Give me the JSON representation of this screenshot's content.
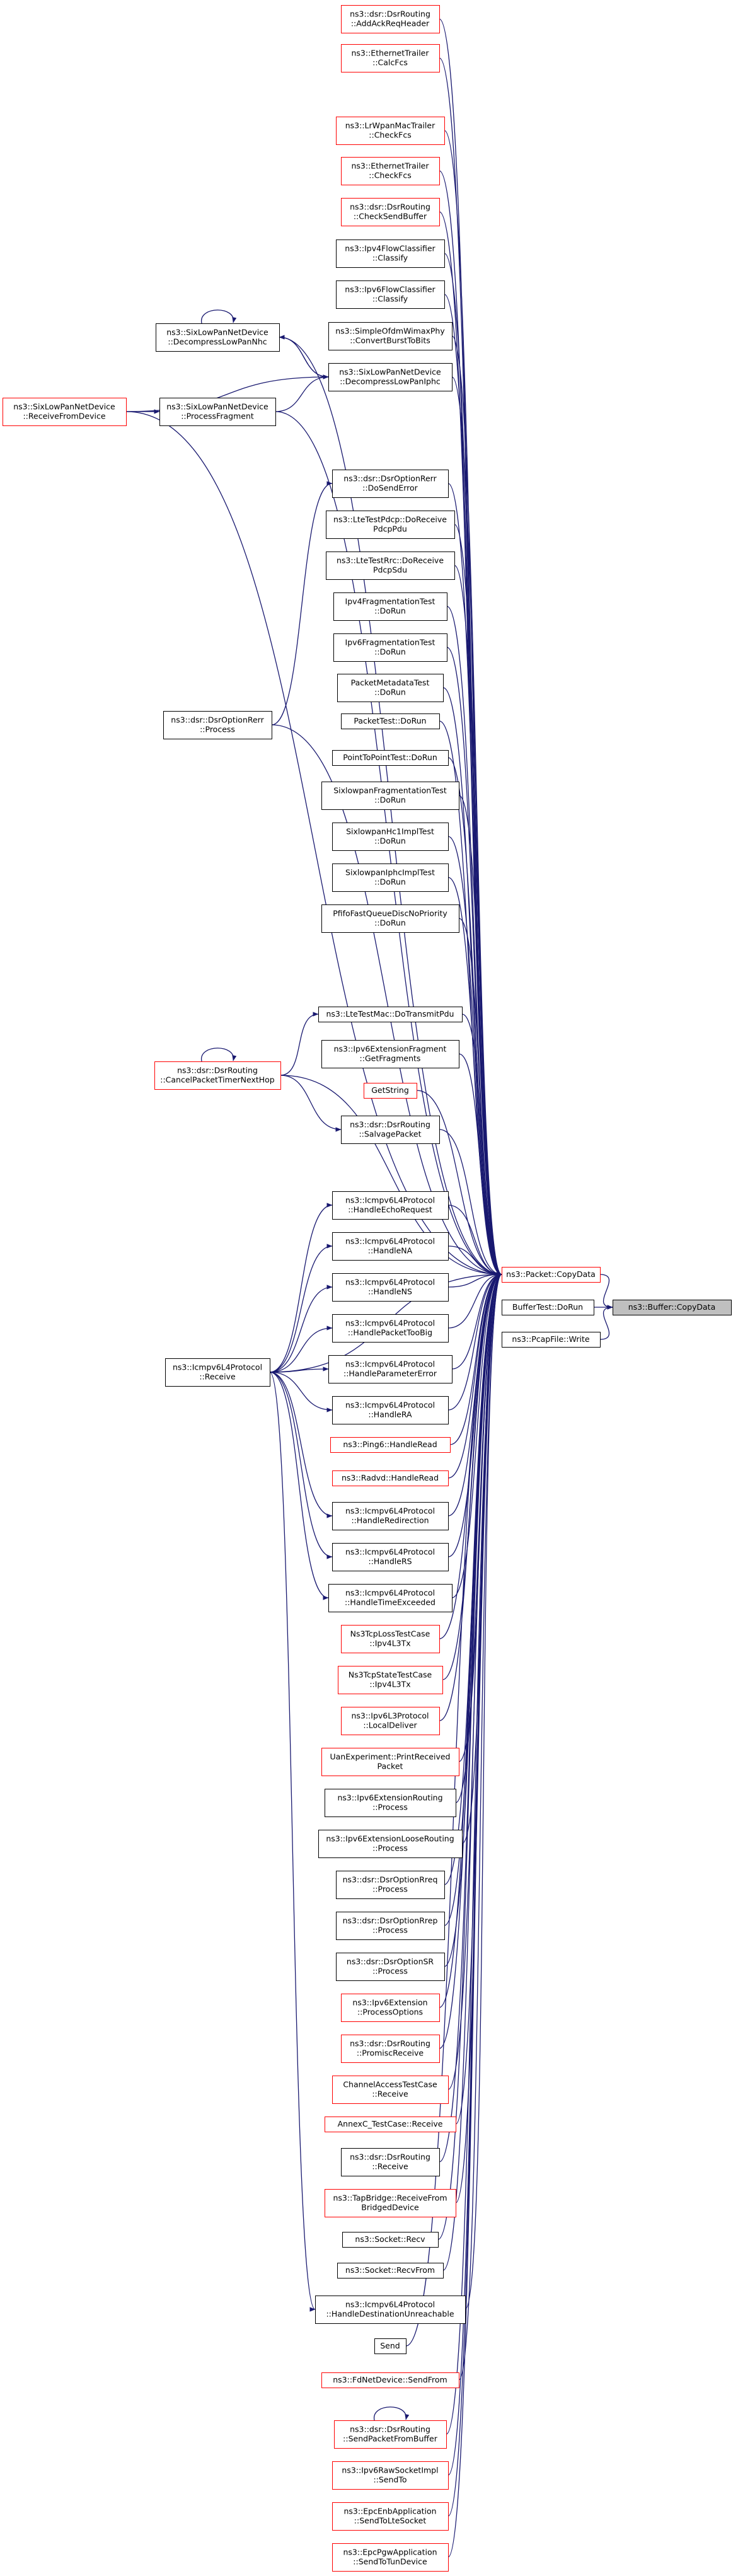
{
  "title": "",
  "colors": {
    "edge": "#191970",
    "border_normal": "#000000",
    "border_truncated": "#ff0000",
    "focus_fill": "#bfbfbf",
    "node_fill": "#ffffff"
  },
  "nodes": [
    {
      "id": "n0",
      "lines": [
        "ns3::Buffer::CopyData"
      ],
      "style": "focus"
    },
    {
      "id": "n1",
      "lines": [
        "ns3::Packet::CopyData"
      ],
      "style": "red"
    },
    {
      "id": "n2",
      "lines": [
        "BufferTest::DoRun"
      ],
      "style": "black"
    },
    {
      "id": "n3",
      "lines": [
        "ns3::PcapFile::Write"
      ],
      "style": "black"
    },
    {
      "id": "c0",
      "lines": [
        "ns3::dsr::DsrRouting",
        "::AddAckReqHeader"
      ],
      "style": "red"
    },
    {
      "id": "c1",
      "lines": [
        "ns3::EthernetTrailer",
        "::CalcFcs"
      ],
      "style": "red"
    },
    {
      "id": "c2",
      "lines": [
        "ns3::LrWpanMacTrailer",
        "::CheckFcs"
      ],
      "style": "red"
    },
    {
      "id": "c3",
      "lines": [
        "ns3::EthernetTrailer",
        "::CheckFcs"
      ],
      "style": "red"
    },
    {
      "id": "c4",
      "lines": [
        "ns3::dsr::DsrRouting",
        "::CheckSendBuffer"
      ],
      "style": "red"
    },
    {
      "id": "c5",
      "lines": [
        "ns3::Ipv4FlowClassifier",
        "::Classify"
      ],
      "style": "black"
    },
    {
      "id": "c6",
      "lines": [
        "ns3::Ipv6FlowClassifier",
        "::Classify"
      ],
      "style": "black"
    },
    {
      "id": "c7",
      "lines": [
        "ns3::SimpleOfdmWimaxPhy",
        "::ConvertBurstToBits"
      ],
      "style": "black"
    },
    {
      "id": "c8",
      "lines": [
        "ns3::SixLowPanNetDevice",
        "::DecompressLowPanIphc"
      ],
      "style": "black"
    },
    {
      "id": "c9",
      "lines": [
        "ns3::dsr::DsrOptionRerr",
        "::DoSendError"
      ],
      "style": "black"
    },
    {
      "id": "c10",
      "lines": [
        "ns3::LteTestPdcp::DoReceive",
        "PdcpPdu"
      ],
      "style": "black"
    },
    {
      "id": "c11",
      "lines": [
        "ns3::LteTestRrc::DoReceive",
        "PdcpSdu"
      ],
      "style": "black"
    },
    {
      "id": "c12",
      "lines": [
        "Ipv4FragmentationTest",
        "::DoRun"
      ],
      "style": "black"
    },
    {
      "id": "c13",
      "lines": [
        "Ipv6FragmentationTest",
        "::DoRun"
      ],
      "style": "black"
    },
    {
      "id": "c14",
      "lines": [
        "PacketMetadataTest",
        "::DoRun"
      ],
      "style": "black"
    },
    {
      "id": "c15",
      "lines": [
        "PacketTest::DoRun"
      ],
      "style": "black"
    },
    {
      "id": "c16",
      "lines": [
        "PointToPointTest::DoRun"
      ],
      "style": "black"
    },
    {
      "id": "c17",
      "lines": [
        "SixlowpanFragmentationTest",
        "::DoRun"
      ],
      "style": "black"
    },
    {
      "id": "c18",
      "lines": [
        "SixlowpanHc1ImplTest",
        "::DoRun"
      ],
      "style": "black"
    },
    {
      "id": "c19",
      "lines": [
        "SixlowpanIphcImplTest",
        "::DoRun"
      ],
      "style": "black"
    },
    {
      "id": "c20",
      "lines": [
        "PfifoFastQueueDiscNoPriority",
        "::DoRun"
      ],
      "style": "black"
    },
    {
      "id": "c21",
      "lines": [
        "ns3::LteTestMac::DoTransmitPdu"
      ],
      "style": "black"
    },
    {
      "id": "c22",
      "lines": [
        "ns3::Ipv6ExtensionFragment",
        "::GetFragments"
      ],
      "style": "black"
    },
    {
      "id": "c23",
      "lines": [
        "GetString"
      ],
      "style": "red"
    },
    {
      "id": "c24",
      "lines": [
        "ns3::dsr::DsrRouting",
        "::SalvagePacket"
      ],
      "style": "black"
    },
    {
      "id": "c25",
      "lines": [
        "ns3::Icmpv6L4Protocol",
        "::HandleEchoRequest"
      ],
      "style": "black"
    },
    {
      "id": "c26",
      "lines": [
        "ns3::Icmpv6L4Protocol",
        "::HandleNA"
      ],
      "style": "black"
    },
    {
      "id": "c27",
      "lines": [
        "ns3::Icmpv6L4Protocol",
        "::HandleNS"
      ],
      "style": "black"
    },
    {
      "id": "c28",
      "lines": [
        "ns3::Icmpv6L4Protocol",
        "::HandlePacketTooBig"
      ],
      "style": "black"
    },
    {
      "id": "c29",
      "lines": [
        "ns3::Icmpv6L4Protocol",
        "::HandleParameterError"
      ],
      "style": "black"
    },
    {
      "id": "c30",
      "lines": [
        "ns3::Icmpv6L4Protocol",
        "::HandleRA"
      ],
      "style": "black"
    },
    {
      "id": "c31",
      "lines": [
        "ns3::Ping6::HandleRead"
      ],
      "style": "red"
    },
    {
      "id": "c32",
      "lines": [
        "ns3::Radvd::HandleRead"
      ],
      "style": "red"
    },
    {
      "id": "c33",
      "lines": [
        "ns3::Icmpv6L4Protocol",
        "::HandleRedirection"
      ],
      "style": "black"
    },
    {
      "id": "c34",
      "lines": [
        "ns3::Icmpv6L4Protocol",
        "::HandleRS"
      ],
      "style": "black"
    },
    {
      "id": "c35",
      "lines": [
        "ns3::Icmpv6L4Protocol",
        "::HandleTimeExceeded"
      ],
      "style": "black"
    },
    {
      "id": "c36",
      "lines": [
        "Ns3TcpLossTestCase",
        "::Ipv4L3Tx"
      ],
      "style": "red"
    },
    {
      "id": "c37",
      "lines": [
        "Ns3TcpStateTestCase",
        "::Ipv4L3Tx"
      ],
      "style": "red"
    },
    {
      "id": "c38",
      "lines": [
        "ns3::Ipv6L3Protocol",
        "::LocalDeliver"
      ],
      "style": "red"
    },
    {
      "id": "c39",
      "lines": [
        "UanExperiment::PrintReceived",
        "Packet"
      ],
      "style": "red"
    },
    {
      "id": "c40",
      "lines": [
        "ns3::Ipv6ExtensionRouting",
        "::Process"
      ],
      "style": "black"
    },
    {
      "id": "c41",
      "lines": [
        "ns3::Ipv6ExtensionLooseRouting",
        "::Process"
      ],
      "style": "black"
    },
    {
      "id": "c42",
      "lines": [
        "ns3::dsr::DsrOptionRreq",
        "::Process"
      ],
      "style": "black"
    },
    {
      "id": "c43",
      "lines": [
        "ns3::dsr::DsrOptionRrep",
        "::Process"
      ],
      "style": "black"
    },
    {
      "id": "c44",
      "lines": [
        "ns3::dsr::DsrOptionSR",
        "::Process"
      ],
      "style": "black"
    },
    {
      "id": "c45",
      "lines": [
        "ns3::Ipv6Extension",
        "::ProcessOptions"
      ],
      "style": "red"
    },
    {
      "id": "c46",
      "lines": [
        "ns3::dsr::DsrRouting",
        "::PromiscReceive"
      ],
      "style": "red"
    },
    {
      "id": "c47",
      "lines": [
        "ChannelAccessTestCase",
        "::Receive"
      ],
      "style": "red"
    },
    {
      "id": "c48",
      "lines": [
        "AnnexC_TestCase::Receive"
      ],
      "style": "red"
    },
    {
      "id": "c49",
      "lines": [
        "ns3::dsr::DsrRouting",
        "::Receive"
      ],
      "style": "black"
    },
    {
      "id": "c50",
      "lines": [
        "ns3::TapBridge::ReceiveFrom",
        "BridgedDevice"
      ],
      "style": "red"
    },
    {
      "id": "c51",
      "lines": [
        "ns3::Socket::Recv"
      ],
      "style": "black"
    },
    {
      "id": "c52",
      "lines": [
        "ns3::Socket::RecvFrom"
      ],
      "style": "black"
    },
    {
      "id": "c53",
      "lines": [
        "ns3::Icmpv6L4Protocol",
        "::HandleDestinationUnreachable"
      ],
      "style": "black"
    },
    {
      "id": "c54",
      "lines": [
        "Send"
      ],
      "style": "black"
    },
    {
      "id": "c55",
      "lines": [
        "ns3::FdNetDevice::SendFrom"
      ],
      "style": "red"
    },
    {
      "id": "c56",
      "lines": [
        "ns3::dsr::DsrRouting",
        "::SendPacketFromBuffer"
      ],
      "style": "red"
    },
    {
      "id": "c57",
      "lines": [
        "ns3::Ipv6RawSocketImpl",
        "::SendTo"
      ],
      "style": "red"
    },
    {
      "id": "c58",
      "lines": [
        "ns3::EpcEnbApplication",
        "::SendToLteSocket"
      ],
      "style": "red"
    },
    {
      "id": "c59",
      "lines": [
        "ns3::EpcPgwApplication",
        "::SendToTunDevice"
      ],
      "style": "red"
    },
    {
      "id": "l0",
      "lines": [
        "ns3::SixLowPanNetDevice",
        "::DecompressLowPanNhc"
      ],
      "style": "black"
    },
    {
      "id": "l1",
      "lines": [
        "ns3::SixLowPanNetDevice",
        "::ProcessFragment"
      ],
      "style": "black"
    },
    {
      "id": "l2",
      "lines": [
        "ns3::SixLowPanNetDevice",
        "::ReceiveFromDevice"
      ],
      "style": "red"
    },
    {
      "id": "l3",
      "lines": [
        "ns3::dsr::DsrOptionRerr",
        "::Process"
      ],
      "style": "black"
    },
    {
      "id": "l4",
      "lines": [
        "ns3::dsr::DsrRouting",
        "::CancelPacketTimerNextHop"
      ],
      "style": "red"
    },
    {
      "id": "l5",
      "lines": [
        "ns3::Icmpv6L4Protocol",
        "::Receive"
      ],
      "style": "black"
    }
  ],
  "edges": [
    [
      "n1",
      "n0"
    ],
    [
      "n2",
      "n0"
    ],
    [
      "n3",
      "n0"
    ],
    [
      "c0",
      "n1"
    ],
    [
      "c1",
      "n1"
    ],
    [
      "c2",
      "n1"
    ],
    [
      "c3",
      "n1"
    ],
    [
      "c4",
      "n1"
    ],
    [
      "c5",
      "n1"
    ],
    [
      "c6",
      "n1"
    ],
    [
      "c7",
      "n1"
    ],
    [
      "c8",
      "n1"
    ],
    [
      "c9",
      "n1"
    ],
    [
      "c10",
      "n1"
    ],
    [
      "c11",
      "n1"
    ],
    [
      "c12",
      "n1"
    ],
    [
      "c13",
      "n1"
    ],
    [
      "c14",
      "n1"
    ],
    [
      "c15",
      "n1"
    ],
    [
      "c16",
      "n1"
    ],
    [
      "c17",
      "n1"
    ],
    [
      "c18",
      "n1"
    ],
    [
      "c19",
      "n1"
    ],
    [
      "c20",
      "n1"
    ],
    [
      "c21",
      "n1"
    ],
    [
      "c22",
      "n1"
    ],
    [
      "c23",
      "n1"
    ],
    [
      "c24",
      "n1"
    ],
    [
      "c25",
      "n1"
    ],
    [
      "c26",
      "n1"
    ],
    [
      "c27",
      "n1"
    ],
    [
      "c28",
      "n1"
    ],
    [
      "c29",
      "n1"
    ],
    [
      "c30",
      "n1"
    ],
    [
      "c31",
      "n1"
    ],
    [
      "c32",
      "n1"
    ],
    [
      "c33",
      "n1"
    ],
    [
      "c34",
      "n1"
    ],
    [
      "c35",
      "n1"
    ],
    [
      "c36",
      "n1"
    ],
    [
      "c37",
      "n1"
    ],
    [
      "c38",
      "n1"
    ],
    [
      "c39",
      "n1"
    ],
    [
      "c40",
      "n1"
    ],
    [
      "c41",
      "n1"
    ],
    [
      "c42",
      "n1"
    ],
    [
      "c43",
      "n1"
    ],
    [
      "c44",
      "n1"
    ],
    [
      "c45",
      "n1"
    ],
    [
      "c46",
      "n1"
    ],
    [
      "c47",
      "n1"
    ],
    [
      "c48",
      "n1"
    ],
    [
      "c49",
      "n1"
    ],
    [
      "c50",
      "n1"
    ],
    [
      "c51",
      "n1"
    ],
    [
      "c52",
      "n1"
    ],
    [
      "c53",
      "n1"
    ],
    [
      "c54",
      "n1"
    ],
    [
      "c55",
      "n1"
    ],
    [
      "c56",
      "n1"
    ],
    [
      "c57",
      "n1"
    ],
    [
      "c58",
      "n1"
    ],
    [
      "c59",
      "n1"
    ],
    [
      "l0",
      "n1"
    ],
    [
      "l1",
      "n1"
    ],
    [
      "l2",
      "n1"
    ],
    [
      "l3",
      "n1"
    ],
    [
      "l4",
      "n1"
    ],
    [
      "l5",
      "n1"
    ],
    [
      "l0",
      "c8"
    ],
    [
      "c8",
      "l0"
    ],
    [
      "l0",
      "l0"
    ],
    [
      "l1",
      "c8"
    ],
    [
      "l2",
      "c8"
    ],
    [
      "l2",
      "l1"
    ],
    [
      "l3",
      "c9"
    ],
    [
      "l4",
      "c21"
    ],
    [
      "l4",
      "c24"
    ],
    [
      "l4",
      "l4"
    ],
    [
      "c56",
      "c56"
    ],
    [
      "l5",
      "c25"
    ],
    [
      "l5",
      "c26"
    ],
    [
      "l5",
      "c27"
    ],
    [
      "l5",
      "c28"
    ],
    [
      "l5",
      "c29"
    ],
    [
      "l5",
      "c30"
    ],
    [
      "l5",
      "c33"
    ],
    [
      "l5",
      "c34"
    ],
    [
      "l5",
      "c35"
    ],
    [
      "l5",
      "c53"
    ]
  ]
}
